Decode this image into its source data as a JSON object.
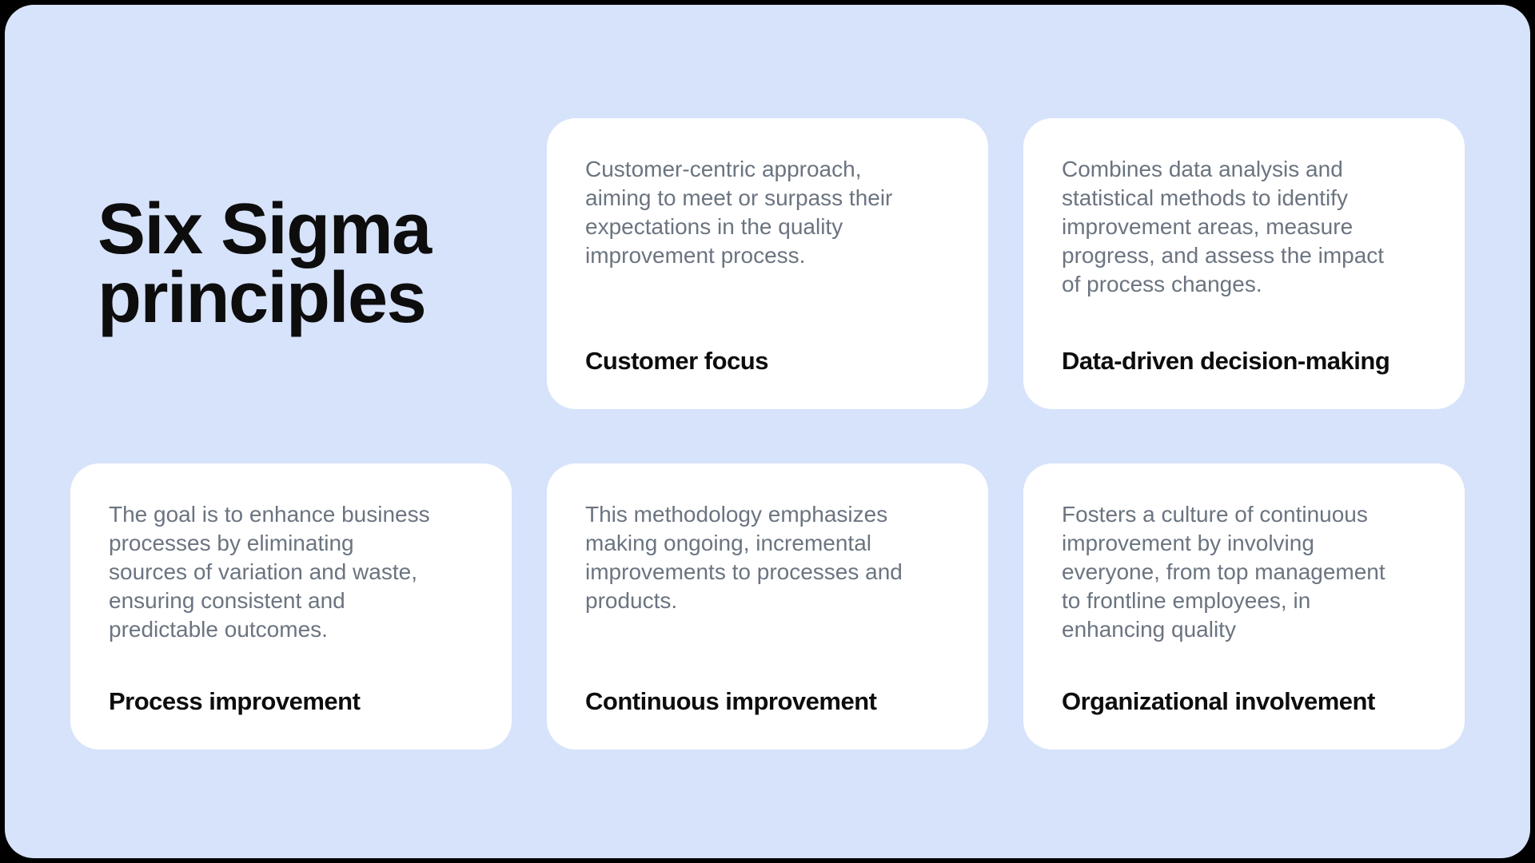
{
  "header": {
    "title": "Six Sigma principles",
    "title_lines": [
      "Six Sigma",
      "principles"
    ]
  },
  "cards": [
    {
      "title": "Customer focus",
      "description": "Customer-centric approach,\naiming to meet or surpass their\nexpectations in the quality\nimprovement process."
    },
    {
      "title": "Data-driven decision-making",
      "description": "Combines data analysis and\nstatistical methods to identify\nimprovement areas, measure\nprogress, and assess the impact\nof process changes."
    },
    {
      "title": "Process improvement",
      "description": "The goal is to enhance business\nprocesses by eliminating\nsources of variation and waste,\nensuring consistent and\npredictable outcomes."
    },
    {
      "title": "Continuous improvement",
      "description": "This methodology emphasizes\nmaking ongoing, incremental\nimprovements to processes and\nproducts."
    },
    {
      "title": "Organizational involvement",
      "description": "Fosters a culture of continuous\nimprovement by involving\neveryone, from top management\nto frontline employees, in\nenhancing quality"
    }
  ],
  "colors": {
    "frame_background": "#000000",
    "slide_background": "#d7e3fb",
    "card_background": "#ffffff",
    "heading_text": "#0d0d0d",
    "body_text": "#6b7480"
  }
}
